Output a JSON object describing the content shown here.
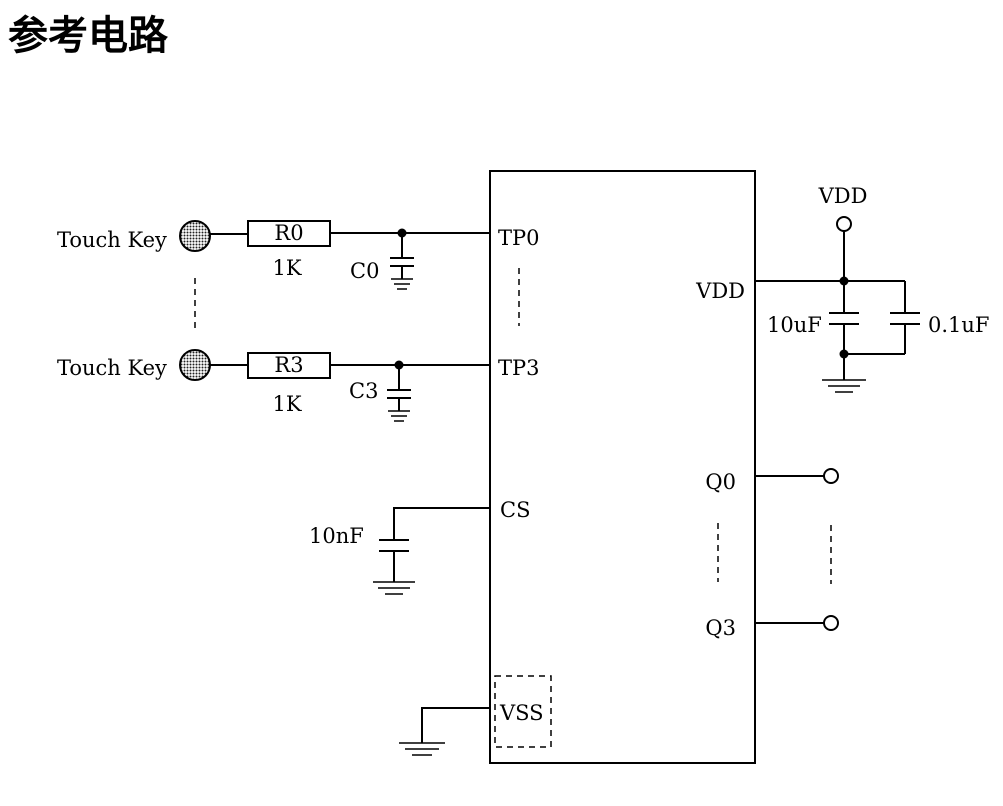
{
  "title": "参考电路",
  "left": {
    "touch_keys": [
      {
        "label": "Touch Key",
        "resistor": "R0",
        "resistor_value": "1K",
        "capacitor": "C0"
      },
      {
        "label": "Touch Key",
        "resistor": "R3",
        "resistor_value": "1K",
        "capacitor": "C3"
      }
    ],
    "cs_capacitor": "10nF"
  },
  "chip": {
    "pins_left": [
      "TP0",
      "TP3",
      "CS",
      "VSS"
    ],
    "pins_right": [
      "VDD",
      "Q0",
      "Q3"
    ]
  },
  "power": {
    "supply_label": "VDD",
    "capacitors": [
      "10uF",
      "0.1uF"
    ]
  }
}
